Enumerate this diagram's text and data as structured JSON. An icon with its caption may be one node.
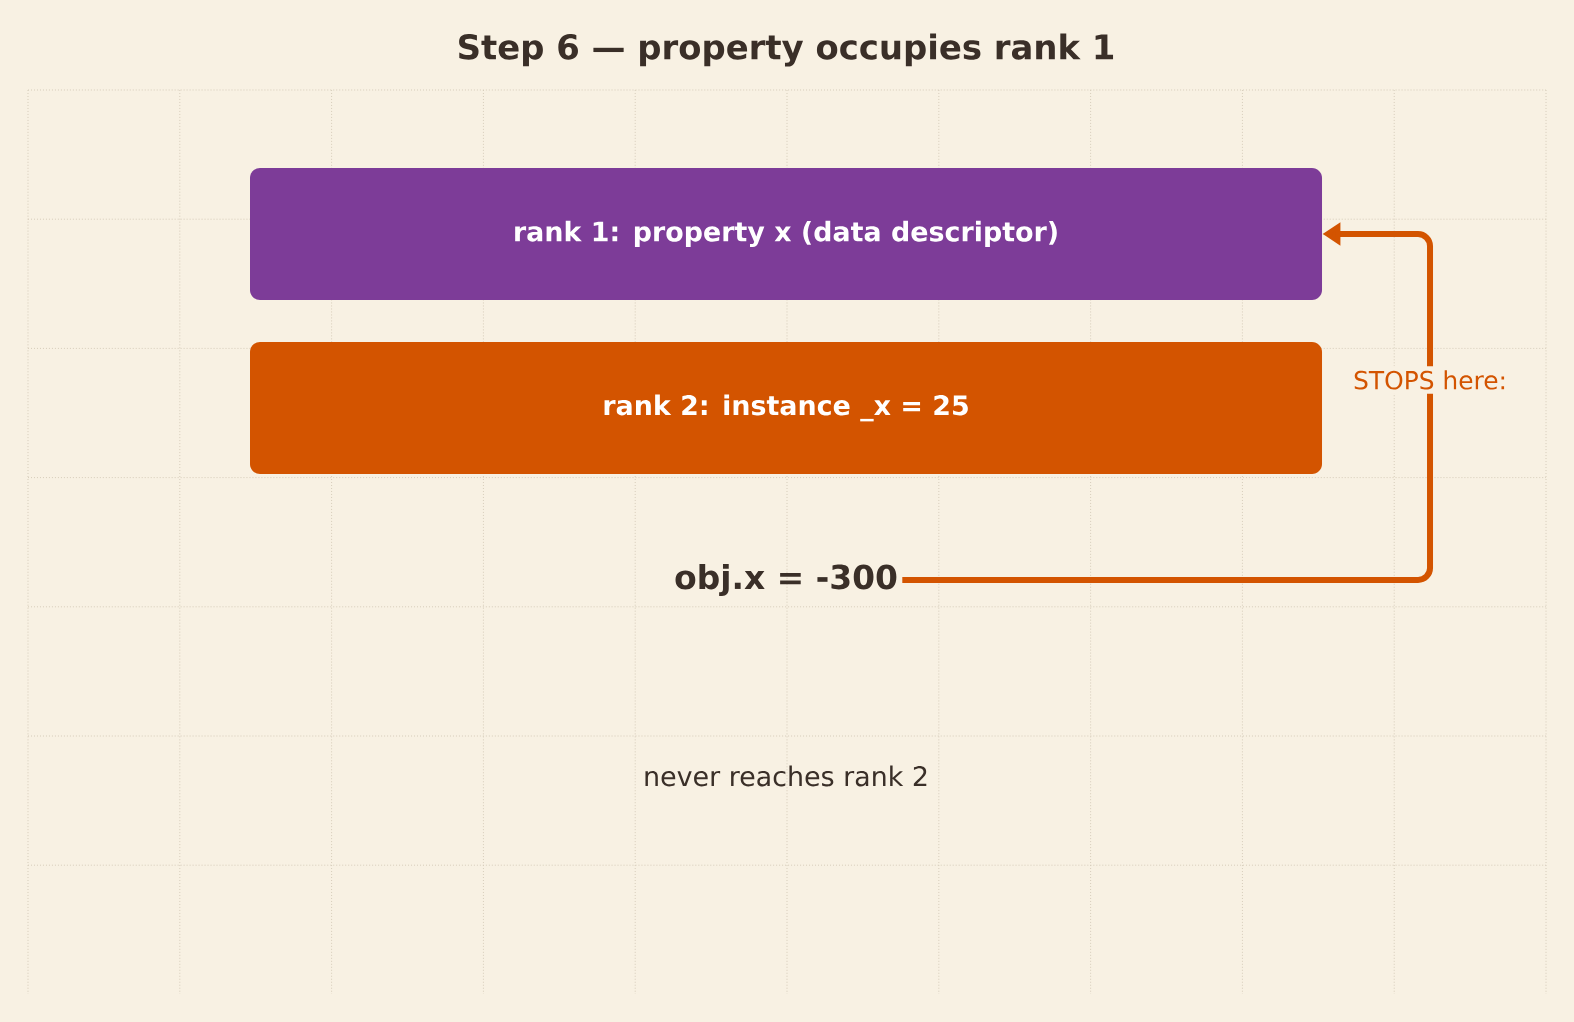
{
  "diagram": {
    "title": "Step 6 — property occupies rank 1",
    "nodes": [
      {
        "text": [
          "rank 1: property x  (data descriptor)"
        ]
      },
      {
        "text": [
          "rank 2: instance _x = 25"
        ]
      },
      {
        "text": [
          "obj.x = -300"
        ]
      }
    ],
    "edges": [
      {
        "from": 2,
        "to": 0,
        "arrow": "to",
        "label": "STOPS here:"
      }
    ],
    "labels": [
      "never reaches rank 2"
    ]
  }
}
